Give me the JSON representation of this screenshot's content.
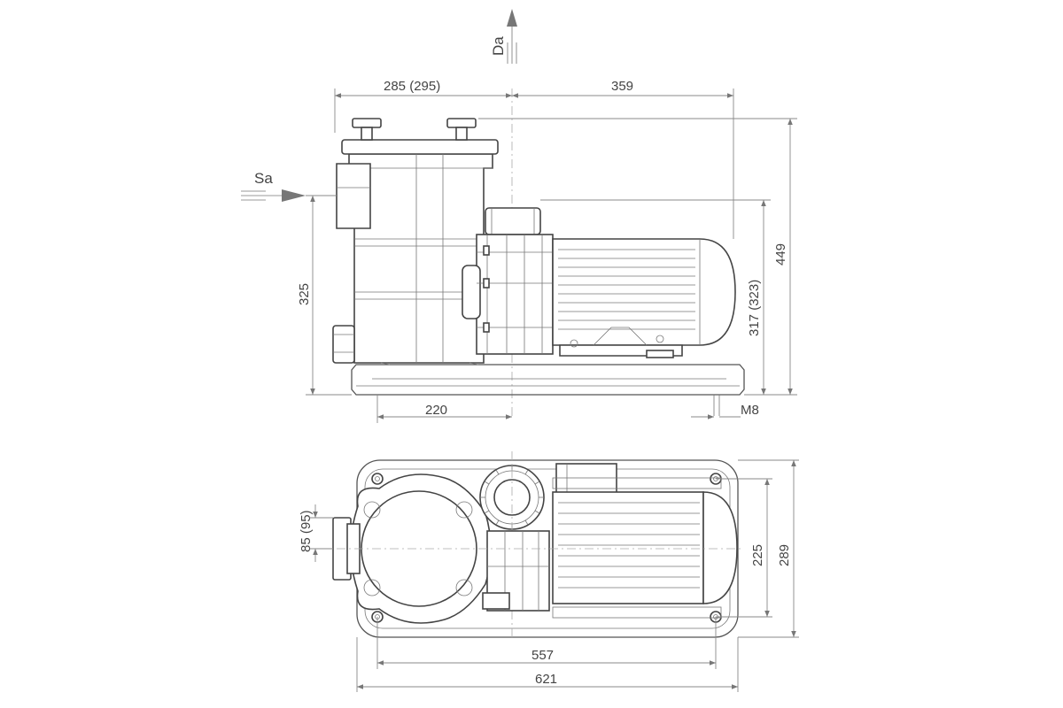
{
  "labels": {
    "discharge": "Da",
    "suction": "Sa"
  },
  "side_view": {
    "width_left": "285 (295)",
    "width_right": "359",
    "total_height": "449",
    "inlet_height": "325",
    "motor_shaft_height": "317 (323)",
    "base_offset": "220",
    "bolt": "M8"
  },
  "top_view": {
    "inlet_offset": "85 (95)",
    "bolt_spacing_depth": "225",
    "total_depth": "289",
    "bolt_spacing_length": "557",
    "total_length": "621"
  }
}
